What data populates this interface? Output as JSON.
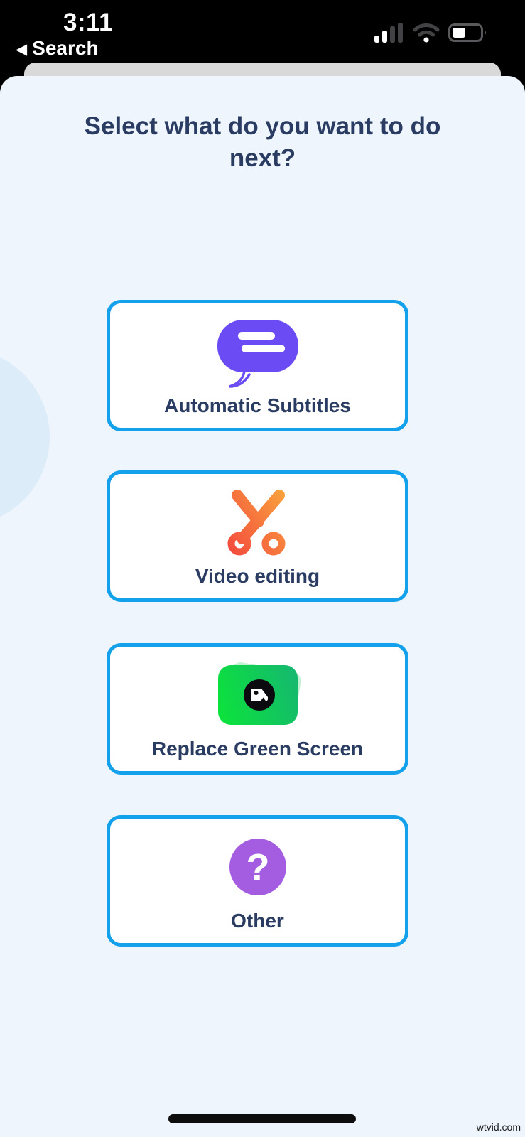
{
  "status_bar": {
    "time": "3:11",
    "back_label": "Search",
    "back_glyph": "◀",
    "icons": [
      "cellular-signal-icon",
      "wifi-icon",
      "battery-icon"
    ],
    "battery_percent_visual": 45,
    "signal_bars_filled": 2,
    "signal_bars_total": 4
  },
  "sheet": {
    "title": "Select what do you want to do next?"
  },
  "cards": [
    {
      "label": "Automatic Subtitles",
      "icon": "speech-bubble-icon"
    },
    {
      "label": "Video editing",
      "icon": "scissors-icon"
    },
    {
      "label": "Replace Green Screen",
      "icon": "green-screen-icon"
    },
    {
      "label": "Other",
      "icon": "question-mark-icon"
    }
  ],
  "watermark": "wtvid.com",
  "colors": {
    "accent": "#14a1eb",
    "bg": "#eef5fc",
    "title": "#2b3c62",
    "bubble": "#6b4bf4",
    "scissors-a": "#f4483e",
    "scissors-b": "#f9a63c",
    "green-a": "#0ce23c",
    "green-b": "#15b96e",
    "green-back": "#8fe8ad",
    "question": "#a45ce1",
    "petal": "#bedaf4",
    "circle": "#dcecf9"
  }
}
